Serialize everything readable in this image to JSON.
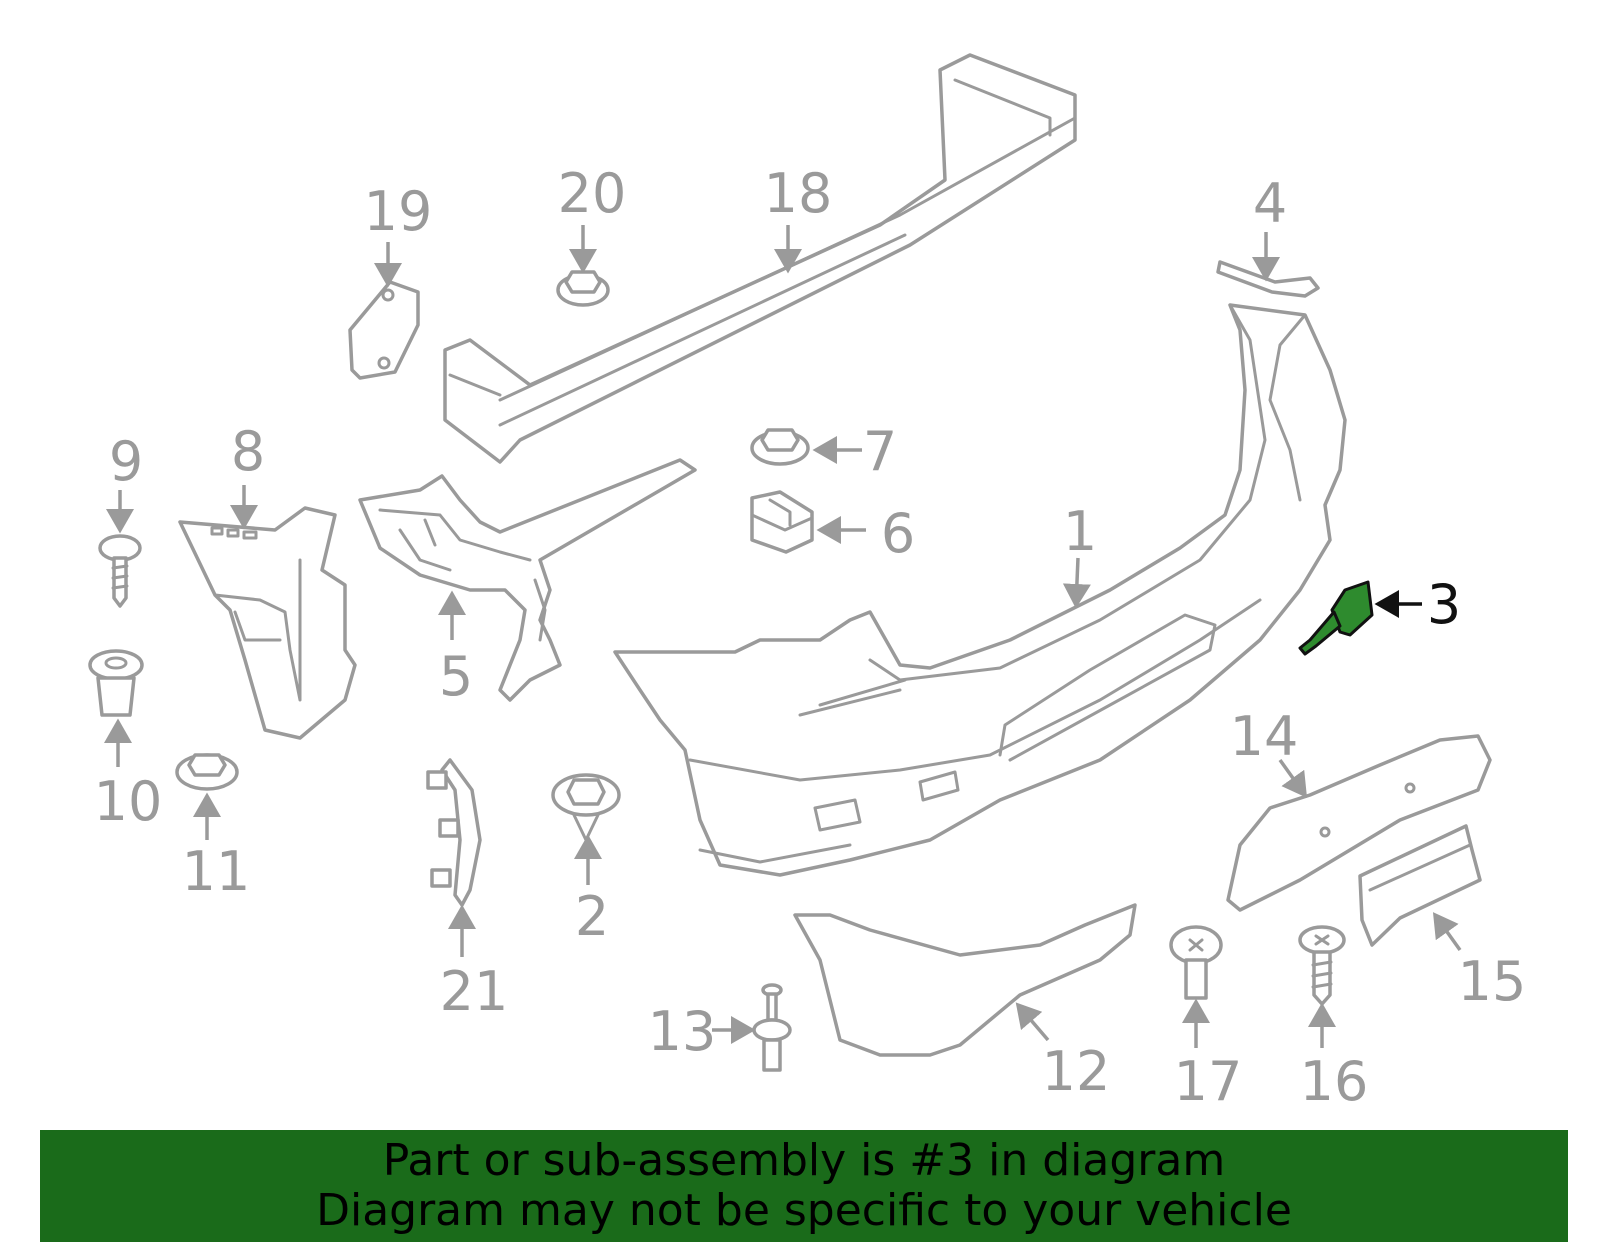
{
  "highlight": {
    "part_number": "3",
    "color": "#2e8b2e"
  },
  "callouts": {
    "c1": "1",
    "c2": "2",
    "c3": "3",
    "c4": "4",
    "c5": "5",
    "c6": "6",
    "c7": "7",
    "c8": "8",
    "c9": "9",
    "c10": "10",
    "c11": "11",
    "c12": "12",
    "c13": "13",
    "c14": "14",
    "c15": "15",
    "c16": "16",
    "c17": "17",
    "c18": "18",
    "c19": "19",
    "c20": "20",
    "c21": "21"
  },
  "banner": {
    "line1": "Part or sub-assembly is #3 in diagram",
    "line2": "Diagram may not be specific to your vehicle",
    "color": "#1a6b1a"
  }
}
